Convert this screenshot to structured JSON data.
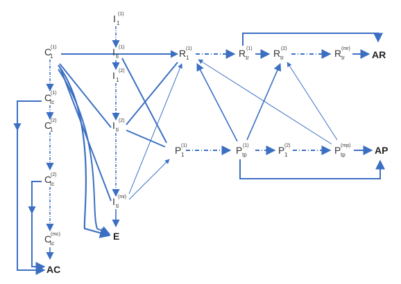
{
  "nodes": {
    "I1_top": {
      "base": "I",
      "sub": "1",
      "sup": "(1)"
    },
    "C1_1": {
      "base": "C",
      "sub": "1",
      "sup": "(1)"
    },
    "Iti_1": {
      "base": "I",
      "sub": "ti",
      "sup": "(1)"
    },
    "I1_2": {
      "base": "I",
      "sub": "1",
      "sup": "(2)"
    },
    "Iti_2": {
      "base": "I",
      "sub": "ti",
      "sup": "(2)"
    },
    "Iti_mi": {
      "base": "I",
      "sub": "ti",
      "sup": "(mi)"
    },
    "Ctc_1": {
      "base": "C",
      "sub": "tc",
      "sup": "(1)"
    },
    "C1_2": {
      "base": "C",
      "sub": "1",
      "sup": "(2)"
    },
    "Ctc_2": {
      "base": "C",
      "sub": "tc",
      "sup": "(2)"
    },
    "Ctc_mc": {
      "base": "C",
      "sub": "tc",
      "sup": "(mc)"
    },
    "R1_1": {
      "base": "R",
      "sub": "1",
      "sup": "(1)"
    },
    "Rtr_1": {
      "base": "R",
      "sub": "tr",
      "sup": "(1)"
    },
    "Rtr_2": {
      "base": "R",
      "sub": "tr",
      "sup": "(2)"
    },
    "Rtr_mr": {
      "base": "R",
      "sub": "tr",
      "sup": "(mr)"
    },
    "P1_1": {
      "base": "P",
      "sub": "1",
      "sup": "(1)"
    },
    "Ptp_1": {
      "base": "P",
      "sub": "tp",
      "sup": "(1)"
    },
    "P1_2": {
      "base": "P",
      "sub": "1",
      "sup": "(2)"
    },
    "Ptp_mp": {
      "base": "P",
      "sub": "tp",
      "sup": "(mp)"
    }
  },
  "outputs": {
    "AR": "AR",
    "AP": "AP",
    "E": "E",
    "AC": "AC"
  },
  "colors": {
    "line": "#3b6fc2",
    "text": "#333333"
  }
}
